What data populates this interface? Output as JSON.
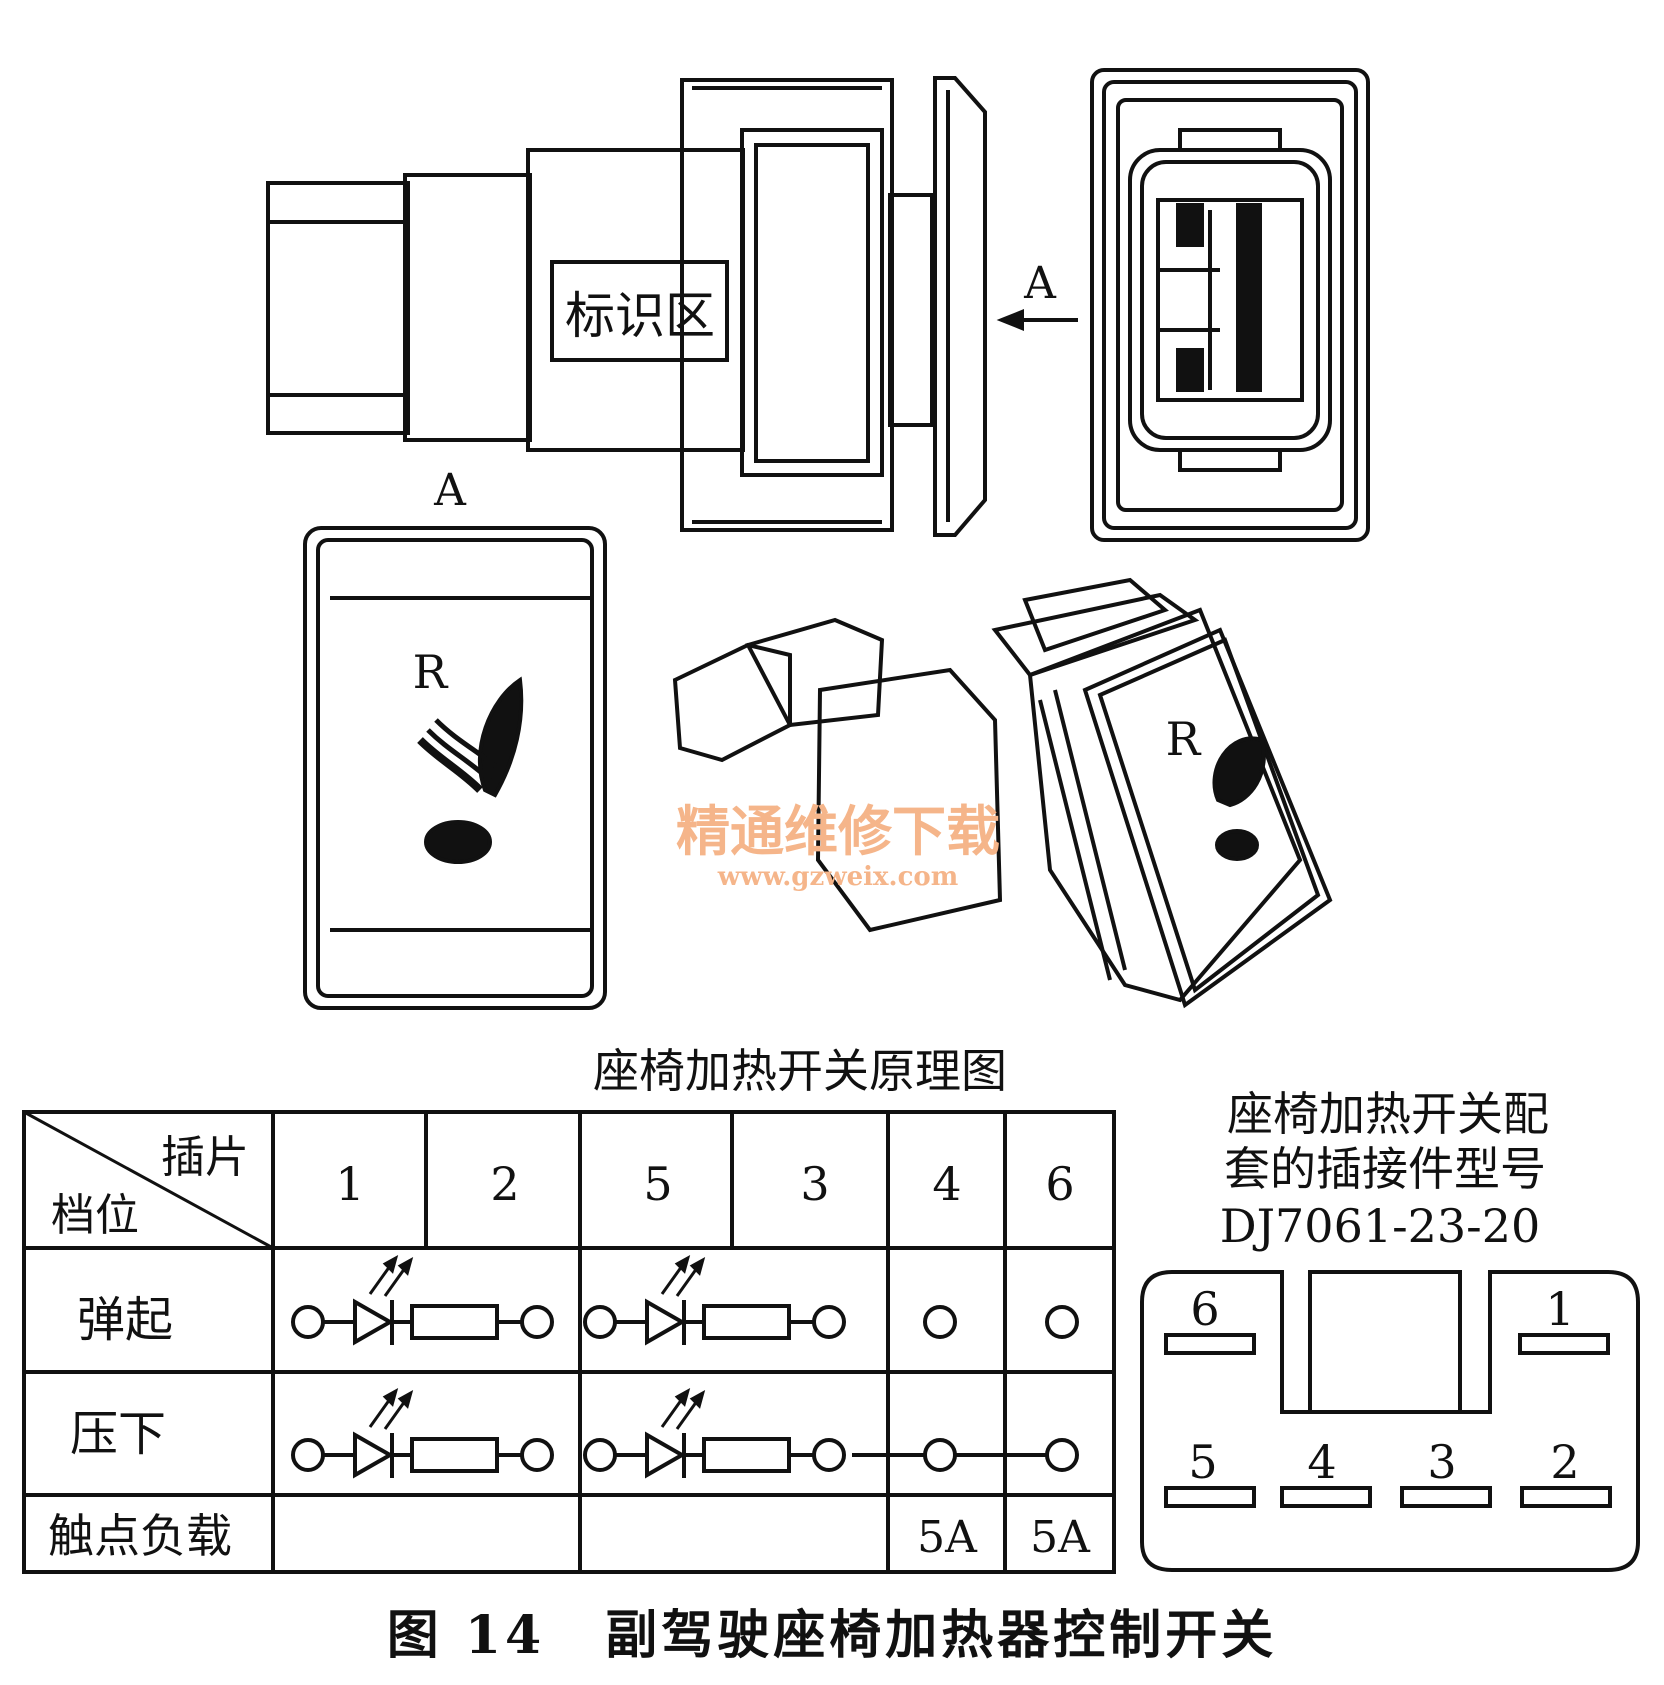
{
  "drawing": {
    "label_area": "标识区",
    "view_arrow_label": "A",
    "view_a_label": "A",
    "front_letter": "R",
    "iso_letter": "R"
  },
  "watermark": {
    "line1": "精通维修下载",
    "line2": "www.gzweix.com",
    "color": "#f5b58a"
  },
  "table": {
    "title": "座椅加热开关原理图",
    "corner_top": "插片",
    "corner_bottom": "档位",
    "pins": [
      "1",
      "2",
      "5",
      "3",
      "4",
      "6"
    ],
    "rows": [
      {
        "label": "弹起"
      },
      {
        "label": "压下"
      }
    ],
    "load_label": "触点负载",
    "loads": [
      "5A",
      "5A"
    ]
  },
  "connector": {
    "title_line1": "座椅加热开关配",
    "title_line2": "套的插接件型号",
    "model": "DJ7061-23-20",
    "pins_top": [
      "6",
      "1"
    ],
    "pins_bottom": [
      "5",
      "4",
      "3",
      "2"
    ]
  },
  "caption": {
    "figure": "图 14",
    "text": "副驾驶座椅加热器控制开关"
  }
}
